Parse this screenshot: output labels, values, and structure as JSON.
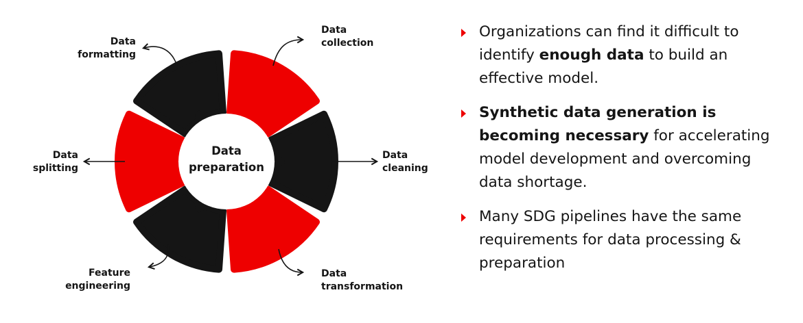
{
  "diagram": {
    "center": [
      "Data",
      "preparation"
    ],
    "segments": [
      {
        "lines": [
          "Data",
          "collection"
        ],
        "color": "#ee0000"
      },
      {
        "lines": [
          "Data",
          "cleaning"
        ],
        "color": "#151515"
      },
      {
        "lines": [
          "Data",
          "transformation"
        ],
        "color": "#ee0000"
      },
      {
        "lines": [
          "Feature",
          "engineering"
        ],
        "color": "#151515"
      },
      {
        "lines": [
          "Data",
          "splitting"
        ],
        "color": "#ee0000"
      },
      {
        "lines": [
          "Data",
          "formatting"
        ],
        "color": "#151515"
      }
    ]
  },
  "bullets": [
    {
      "parts": [
        {
          "text": "Organizations can find it difficult to identify ",
          "bold": false
        },
        {
          "text": "enough data",
          "bold": true
        },
        {
          "text": " to build an effective model.",
          "bold": false
        }
      ]
    },
    {
      "parts": [
        {
          "text": "Synthetic data generation is becoming necessary",
          "bold": true
        },
        {
          "text": " for accelerating model development and overcoming data shortage.",
          "bold": false
        }
      ]
    },
    {
      "parts": [
        {
          "text": "Many SDG pipelines have the same requirements for data processing & preparation",
          "bold": false
        }
      ]
    }
  ],
  "colors": {
    "accent": "#ee0000",
    "dark": "#151515",
    "background": "#ffffff"
  }
}
